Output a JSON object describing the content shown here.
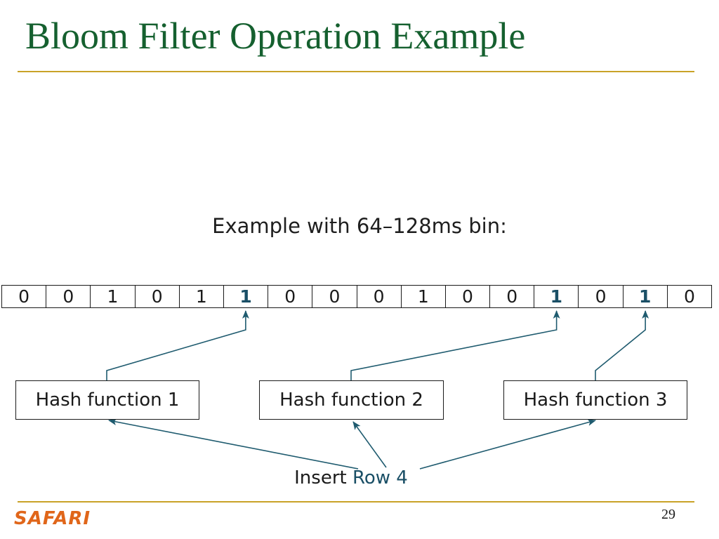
{
  "slide": {
    "title": "Bloom Filter Operation Example",
    "page_number": "29",
    "logo_text": "SAFARI"
  },
  "diagram": {
    "caption": "Example with 64–128ms bin:",
    "bits": [
      "0",
      "0",
      "1",
      "0",
      "1",
      "1",
      "0",
      "0",
      "0",
      "1",
      "0",
      "0",
      "1",
      "0",
      "1",
      "0"
    ],
    "highlighted_bits": [
      5,
      12,
      14
    ],
    "hash_functions": [
      {
        "label": "Hash function 1",
        "target_bit": 5
      },
      {
        "label": "Hash function 2",
        "target_bit": 12
      },
      {
        "label": "Hash function 3",
        "target_bit": 14
      }
    ],
    "insert_text": "Insert",
    "insert_row": "Row 4"
  },
  "colors": {
    "title": "#15602f",
    "rule": "#c9a227",
    "highlight": "#1a4f66",
    "arrow": "#1f5b6f",
    "logo": "#e0661a"
  }
}
